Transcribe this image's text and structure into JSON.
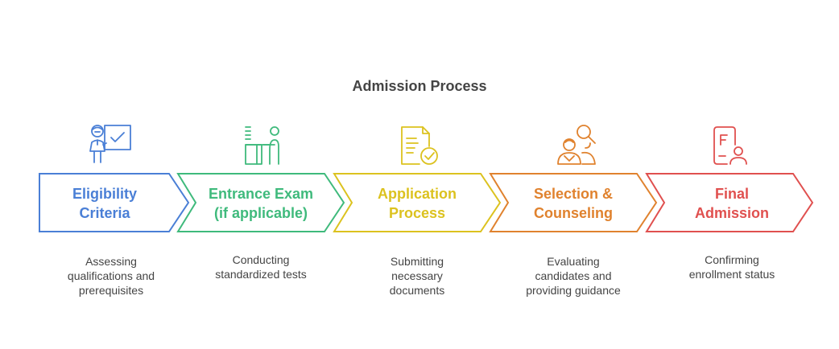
{
  "title": "Admission Process",
  "steps": [
    {
      "label_line1": "Eligibility",
      "label_line2": "Criteria",
      "desc_line1": "Assessing",
      "desc_line2": "qualifications and",
      "desc_line3": "prerequisites",
      "color": "#4a7fd6",
      "icon": "teacher-checklist-icon"
    },
    {
      "label_line1": "Entrance Exam",
      "label_line2": "(if applicable)",
      "desc_line1": "Conducting",
      "desc_line2": "standardized tests",
      "desc_line3": "",
      "color": "#3fba7c",
      "icon": "exam-desk-icon"
    },
    {
      "label_line1": "Application",
      "label_line2": "Process",
      "desc_line1": "Submitting",
      "desc_line2": "necessary",
      "desc_line3": "documents",
      "color": "#dcc21f",
      "icon": "document-check-icon"
    },
    {
      "label_line1": "Selection &",
      "label_line2": "Counseling",
      "desc_line1": "Evaluating",
      "desc_line2": "candidates and",
      "desc_line3": "providing guidance",
      "color": "#e0822e",
      "icon": "people-search-icon"
    },
    {
      "label_line1": "Final",
      "label_line2": "Admission",
      "desc_line1": "Confirming",
      "desc_line2": "enrollment status",
      "desc_line3": "",
      "color": "#e0504f",
      "icon": "enrollment-badge-icon"
    }
  ]
}
